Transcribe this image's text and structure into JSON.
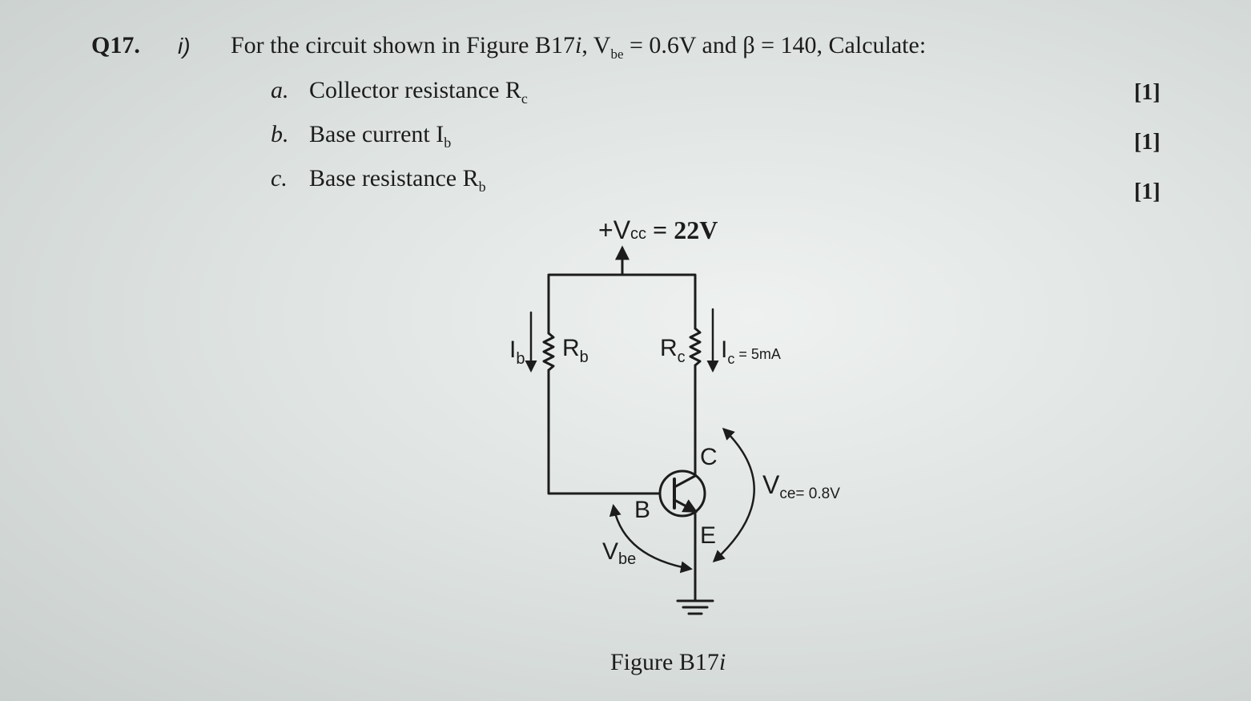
{
  "question": {
    "number": "Q17.",
    "part": "i)",
    "intro_pre": "For the circuit shown in Figure B17",
    "intro_fig_suffix": "i",
    "intro_vbe_sym": "V",
    "intro_vbe_sub": "be",
    "intro_mid": " = 0.6V and β = 140, Calculate:"
  },
  "items": [
    {
      "label": "a.",
      "text": "Collector resistance R",
      "sub": "c",
      "mark": "[1]"
    },
    {
      "label": "b.",
      "text": "Base current I",
      "sub": "b",
      "mark": "[1]"
    },
    {
      "label": "c.",
      "text": "Base resistance R",
      "sub": "b",
      "mark": "[1]"
    }
  ],
  "figure": {
    "vcc_sym": "+V",
    "vcc_sub": "cc",
    "vcc_val": " = 22V",
    "ib_sym": "I",
    "ib_sub": "b",
    "rb_sym": "R",
    "rb_sub": "b",
    "rc_sym": "R",
    "rc_sub": "c",
    "ic_sym": "I",
    "ic_sub": "c",
    "ic_val": " = 5mA",
    "c_label": "C",
    "b_label": "B",
    "e_label": "E",
    "vce_sym": "V",
    "vce_sub": "ce",
    "vce_val": "= 0.8V",
    "vbe_sym": "V",
    "vbe_sub": "be",
    "caption_pre": "Figure B17",
    "caption_suffix": "i"
  }
}
